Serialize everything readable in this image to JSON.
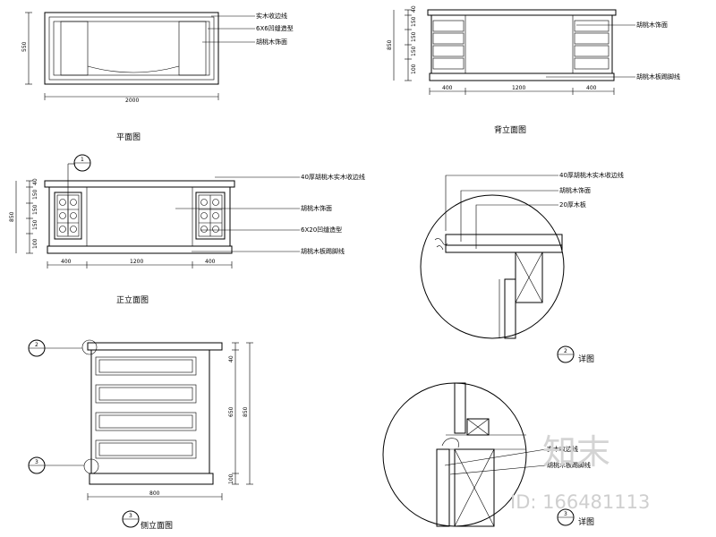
{
  "plan": {
    "labels": [
      "实木收边线",
      "6X6凹缝造型",
      "胡桃木饰面"
    ],
    "dims": {
      "height": "550",
      "width": "2000"
    },
    "title": "平面图"
  },
  "back": {
    "labels": [
      "胡桃木饰面",
      "胡桃木板踢脚线"
    ],
    "dims": {
      "v1": "40",
      "v2": "150",
      "v3": "150",
      "v4": "150",
      "v5": "100",
      "total": "850",
      "w1": "400",
      "w2": "1200",
      "w3": "400"
    },
    "title": "背立面图"
  },
  "front": {
    "labels": [
      "40厚胡桃木实木收边线",
      "胡桃木饰面",
      "6X20凹缝造型",
      "胡桃木板踢脚线"
    ],
    "dims": {
      "v1": "40",
      "v2": "150",
      "v3": "150",
      "v4": "150",
      "v5": "100",
      "total": "850",
      "w1": "400",
      "w2": "1200",
      "w3": "400"
    },
    "title": "正立面图",
    "bubble": "1"
  },
  "side": {
    "dims": {
      "v1": "40",
      "v2": "650",
      "v3": "100",
      "total": "850",
      "width": "800"
    },
    "title": "侧立面图",
    "bubble_title": "3",
    "bubble_a": "2",
    "bubble_b": "3"
  },
  "detail1": {
    "labels": [
      "40厚胡桃木实木收边线",
      "胡桃木饰面",
      "20厚木板"
    ],
    "bubble": "2",
    "title": "详图"
  },
  "detail2": {
    "labels": [
      "实木收边线",
      "胡桃木板踢脚线"
    ],
    "bubble": "3",
    "title": "详图"
  },
  "watermark": {
    "logo": "知末",
    "id": "ID: 166481113"
  }
}
